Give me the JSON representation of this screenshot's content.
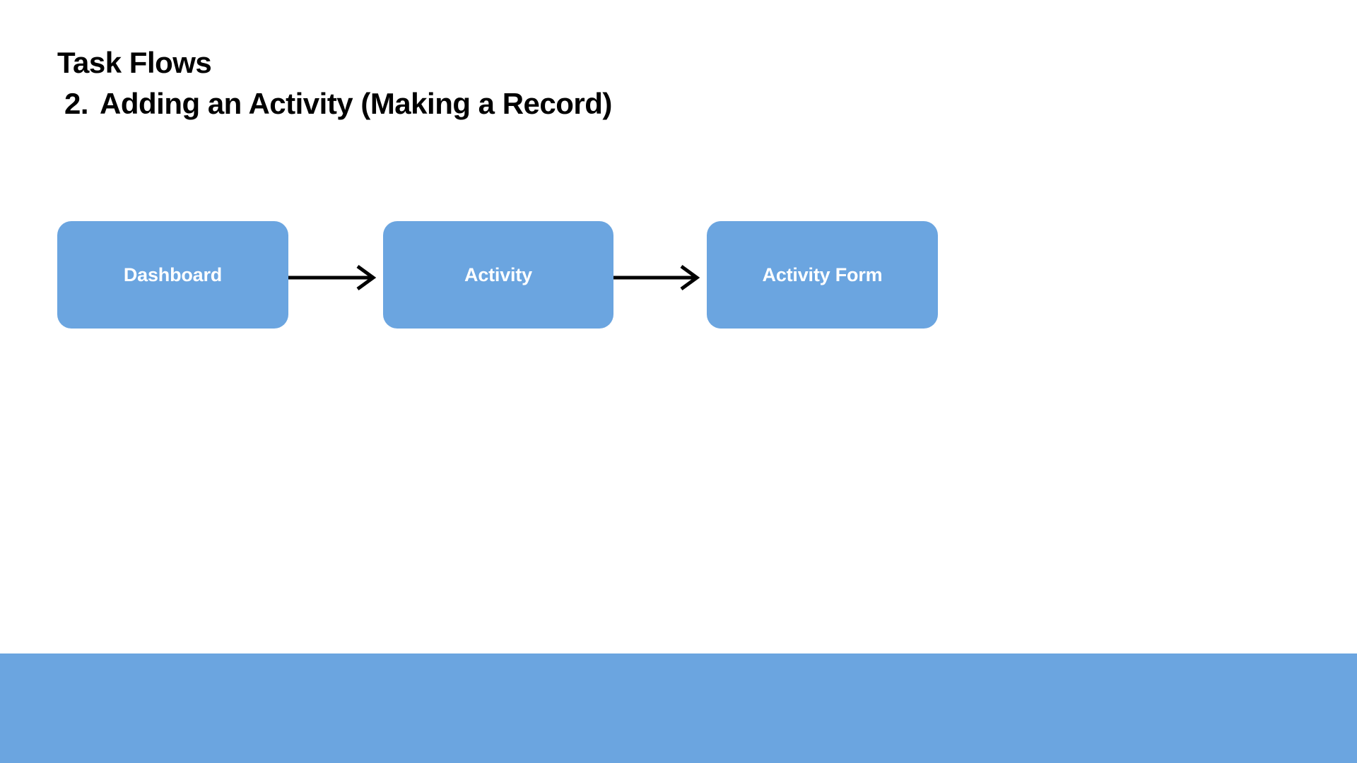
{
  "slide": {
    "title": "Task Flows",
    "subtitle_number": "2.",
    "subtitle": "Adding an Activity (Making a Record)",
    "background_color": "#ffffff"
  },
  "theme": {
    "accent_color": "#6BA5E0",
    "node_text_color": "#ffffff",
    "heading_text_color": "#000000",
    "arrow_color": "#000000"
  },
  "flow": {
    "nodes": [
      {
        "label": "Dashboard"
      },
      {
        "label": "Activity"
      },
      {
        "label": "Activity Form"
      }
    ],
    "connectors": [
      {
        "from": "Dashboard",
        "to": "Activity",
        "icon": "arrow-right-icon"
      },
      {
        "from": "Activity",
        "to": "Activity Form",
        "icon": "arrow-right-icon"
      }
    ]
  },
  "footer": {
    "band_color": "#6BA5E0"
  }
}
